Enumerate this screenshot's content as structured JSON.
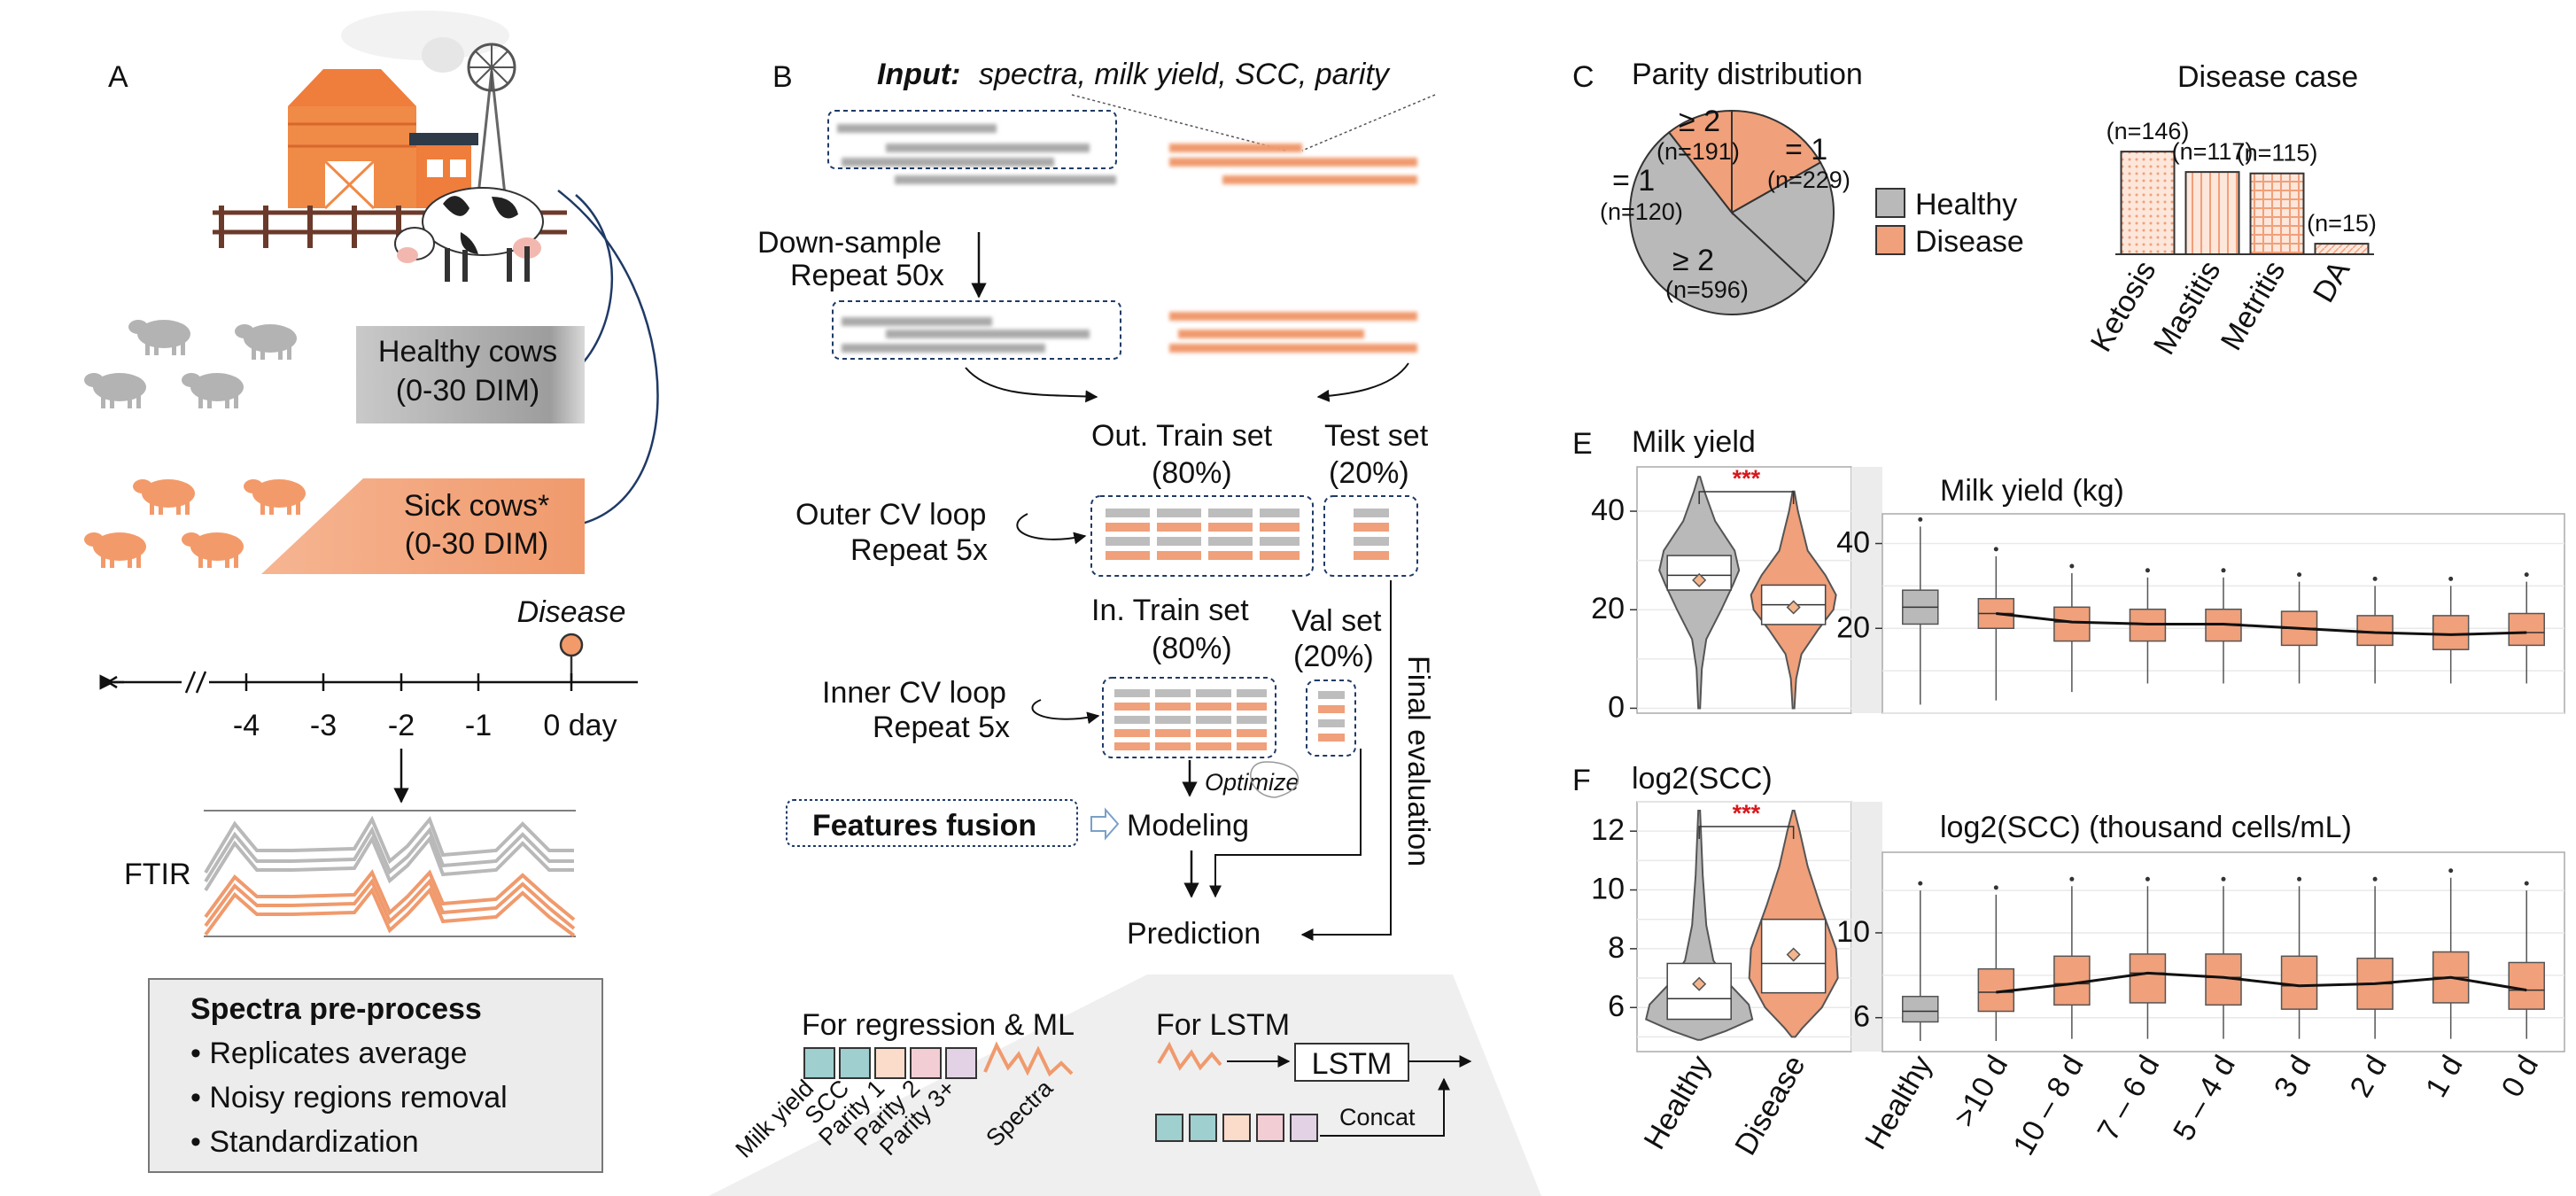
{
  "colors": {
    "healthy": "#b9b9b9",
    "disease": "#f0a07a",
    "disease_dark": "#e8875a",
    "grid": "#e9e9e9",
    "signif": "#d7191c"
  },
  "panel_a": {
    "letter": "A",
    "healthy_box": [
      "Healthy cows",
      "(0-30 DIM)"
    ],
    "sick_box": [
      "Sick cows*",
      "(0-30 DIM)"
    ],
    "disease_label": "Disease",
    "timeline_ticks": [
      "-4",
      "-3",
      "-2",
      "-1",
      "0 day"
    ],
    "ftir_label": "FTIR",
    "preprocess_title": "Spectra pre-process",
    "preprocess_items": [
      "• Replicates average",
      "• Noisy regions removal",
      "• Standardization"
    ]
  },
  "panel_b": {
    "letter": "B",
    "input_label": "Input:",
    "input_text": "spectra, milk yield, SCC, parity",
    "downsample": [
      "Down-sample",
      "Repeat 50x"
    ],
    "out_train": [
      "Out. Train set",
      "(80%)"
    ],
    "test_set": [
      "Test set",
      "(20%)"
    ],
    "outer_cv": [
      "Outer CV loop",
      "Repeat 5x"
    ],
    "in_train": [
      "In. Train set",
      "(80%)"
    ],
    "val_set": [
      "Val set",
      "(20%)"
    ],
    "inner_cv": [
      "Inner CV loop",
      "Repeat 5x"
    ],
    "optimize": "Optimize",
    "final_eval": "Final evaluation",
    "features_fusion": "Features fusion",
    "modeling": "Modeling",
    "prediction": "Prediction",
    "for_regression": "For regression & ML",
    "for_lstm": "For LSTM",
    "lstm": "LSTM",
    "concat": "Concat",
    "feature_labels": [
      "Milk yield",
      "SCC",
      "Parity 1",
      "Parity 2",
      "Parity 3+",
      "Spectra"
    ],
    "feature_colors": [
      "#9fcfcf",
      "#9fcfcf",
      "#fbdccb",
      "#f3cdd4",
      "#e3d2e6"
    ]
  },
  "panel_c": {
    "letter": "C",
    "pie_title": "Parity distribution",
    "pie_labels": [
      {
        "main": "≥ 2",
        "n": "(n=191)"
      },
      {
        "main": "= 1",
        "n": "(n=229)"
      },
      {
        "main": "= 1",
        "n": "(n=120)"
      },
      {
        "main": "≥ 2",
        "n": "(n=596)"
      }
    ],
    "legend": [
      "Healthy",
      "Disease"
    ],
    "bar_title": "Disease case"
  },
  "chart_data": [
    {
      "type": "pie",
      "title": "Parity distribution",
      "slices": [
        {
          "label": "Disease ≥ 2",
          "value": 191
        },
        {
          "label": "Healthy = 1",
          "value": 229
        },
        {
          "label": "Healthy ≥ 2",
          "value": 596
        },
        {
          "label": "Disease = 1",
          "value": 120
        }
      ]
    },
    {
      "type": "bar",
      "title": "Disease case",
      "categories": [
        "Ketosis",
        "Mastitis",
        "Metritis",
        "DA"
      ],
      "values": [
        146,
        117,
        115,
        15
      ],
      "labels": [
        "(n=146)",
        "(n=117)",
        "(n=115)",
        "(n=15)"
      ],
      "ylim": [
        0,
        160
      ]
    },
    {
      "type": "violin",
      "title": "Milk yield",
      "categories": [
        "Healthy",
        "Disease"
      ],
      "yticks": [
        0,
        20,
        40
      ],
      "ylim": [
        -1,
        49
      ],
      "medians": [
        27,
        21
      ],
      "q1": [
        24,
        17
      ],
      "q3": [
        31,
        25
      ],
      "means": [
        26,
        20.5
      ],
      "signif": "***"
    },
    {
      "type": "box",
      "title": "Milk yield (kg)",
      "categories": [
        "Healthy",
        ">10 d",
        "10 – 8 d",
        "7 – 6 d",
        "5 – 4 d",
        "3 d",
        "2 d",
        "1 d",
        "0 d"
      ],
      "yticks": [
        20,
        40
      ],
      "ylim": [
        0,
        47
      ],
      "medians": [
        25,
        23.5,
        21.5,
        21,
        21,
        20,
        19,
        18.5,
        19
      ],
      "q1": [
        21,
        20,
        17,
        17,
        17,
        16,
        16,
        15,
        16
      ],
      "q3": [
        29,
        27,
        25,
        24.5,
        24.5,
        24,
        23,
        23,
        23.5
      ],
      "whisker_lo": [
        2,
        3,
        5,
        7,
        7,
        7,
        7,
        7,
        7
      ],
      "whisker_hi": [
        44,
        37,
        33,
        32,
        32,
        31,
        30,
        30,
        31
      ],
      "trend": [
        null,
        23.5,
        21.5,
        21,
        21,
        20,
        19,
        18.5,
        19
      ]
    },
    {
      "type": "violin",
      "title": "log2(SCC)",
      "categories": [
        "Healthy",
        "Disease"
      ],
      "yticks": [
        6,
        8,
        10,
        12
      ],
      "ylim": [
        4.5,
        13
      ],
      "medians": [
        6.3,
        7.5
      ],
      "q1": [
        5.6,
        6.5
      ],
      "q3": [
        7.5,
        9.0
      ],
      "means": [
        6.8,
        7.8
      ],
      "signif": "***"
    },
    {
      "type": "box",
      "title": "log2(SCC) (thousand cells/mL)",
      "categories": [
        "Healthy",
        ">10 d",
        "10 – 8 d",
        "7 – 6 d",
        "5 – 4 d",
        "3 d",
        "2 d",
        "1 d",
        "0 d"
      ],
      "yticks": [
        6,
        10
      ],
      "ylim": [
        4.4,
        13.8
      ],
      "medians": [
        6.3,
        7.2,
        7.6,
        8.1,
        7.9,
        7.5,
        7.6,
        7.9,
        7.3
      ],
      "q1": [
        5.8,
        6.3,
        6.6,
        6.7,
        6.6,
        6.4,
        6.4,
        6.7,
        6.4
      ],
      "q3": [
        7.0,
        8.3,
        8.9,
        9.0,
        9.0,
        8.9,
        8.8,
        9.1,
        8.6
      ],
      "whisker_lo": [
        4.9,
        4.9,
        5.0,
        5.0,
        5.0,
        5.0,
        5.0,
        5.0,
        5.0
      ],
      "whisker_hi": [
        12.0,
        11.8,
        12.2,
        12.2,
        12.2,
        12.2,
        12.2,
        12.6,
        12.0
      ],
      "trend": [
        null,
        7.2,
        7.6,
        8.1,
        7.9,
        7.5,
        7.6,
        7.9,
        7.3
      ]
    }
  ],
  "panel_e": {
    "letter": "E",
    "left_title": "Milk yield",
    "right_title": "Milk yield (kg)",
    "yticks_left": [
      "0",
      "20",
      "40"
    ],
    "yticks_right": [
      "20",
      "40"
    ],
    "signif": "***"
  },
  "panel_f": {
    "letter": "F",
    "left_title": "log2(SCC)",
    "right_title": "log2(SCC) (thousand cells/mL)",
    "yticks_left": [
      "6",
      "8",
      "10",
      "12"
    ],
    "yticks_right": [
      "6",
      "10"
    ],
    "signif": "***",
    "xcats_left": [
      "Healthy",
      "Disease"
    ],
    "xcats_right": [
      "Healthy",
      ">10 d",
      "10 – 8 d",
      "7 – 6 d",
      "5 – 4 d",
      "3 d",
      "2 d",
      "1 d",
      "0 d"
    ]
  }
}
